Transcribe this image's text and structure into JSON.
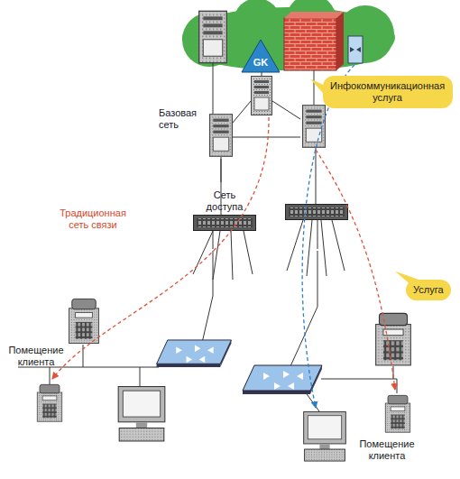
{
  "diagram": {
    "nodes": [
      {
        "text": [
          "Традиционная сеть связи"
        ]
      },
      {
        "text": [
          "Базовая сеть"
        ],
        "in": 0
      },
      {
        "text": [
          "Сеть доступа"
        ],
        "in": 0
      },
      {
        "text": [
          "GK"
        ]
      },
      {
        "text": [
          "Инфокоммуникационная услуга"
        ]
      },
      {
        "text": [
          "Услуга"
        ]
      },
      {
        "text": [
          "Помещение клиента"
        ]
      },
      {
        "text": [
          "Помещение клиента"
        ]
      }
    ],
    "edges": [
      {
        "from": 2,
        "to": 1,
        "arrow": "none"
      },
      {
        "from": 2,
        "to": 6,
        "arrow": "none"
      },
      {
        "from": 2,
        "to": 7,
        "arrow": "none"
      }
    ]
  }
}
